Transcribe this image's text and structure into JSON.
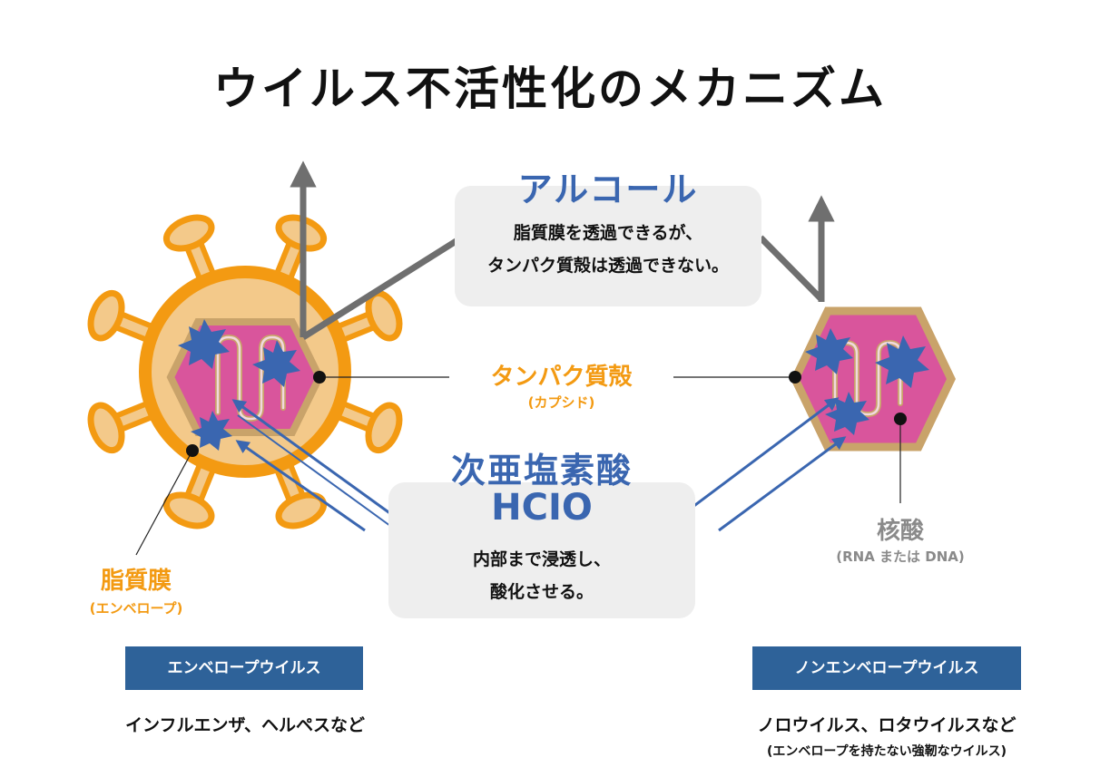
{
  "title": "ウイルス不活性化のメカニズム",
  "alcohol": {
    "heading": "アルコール",
    "line1": "脂質膜を透過できるが、",
    "line2": "タンパク質殻は透過できない。"
  },
  "hypochlorous": {
    "heading_jp": "次亜塩素酸",
    "heading_formula": "HCIO",
    "line1": "内部まで浸透し、",
    "line2": "酸化させる。"
  },
  "labels": {
    "capsid": "タンパク質殻",
    "capsid_sub": "(カプシド)",
    "envelope": "脂質膜",
    "envelope_sub": "(エンベロープ)",
    "nucleic": "核酸",
    "nucleic_sub": "(RNA または DNA)"
  },
  "left": {
    "badge": "エンベロープウイルス",
    "caption": "インフルエンザ、ヘルペスなど"
  },
  "right": {
    "badge": "ノンエンベロープウイルス",
    "caption": "ノロウイルス、ロタウイルスなど",
    "subcaption": "(エンベロープを持たない強靭なウイルス)"
  },
  "colors": {
    "orange": "#f39a12",
    "envelope_fill": "#f3c98a",
    "capsid_fill": "#d9559c",
    "capsid_border": "#c9a36a",
    "oxidant_blue": "#3a66b0",
    "arrow_gray": "#6f6f6f",
    "badge_blue": "#2e6299"
  }
}
